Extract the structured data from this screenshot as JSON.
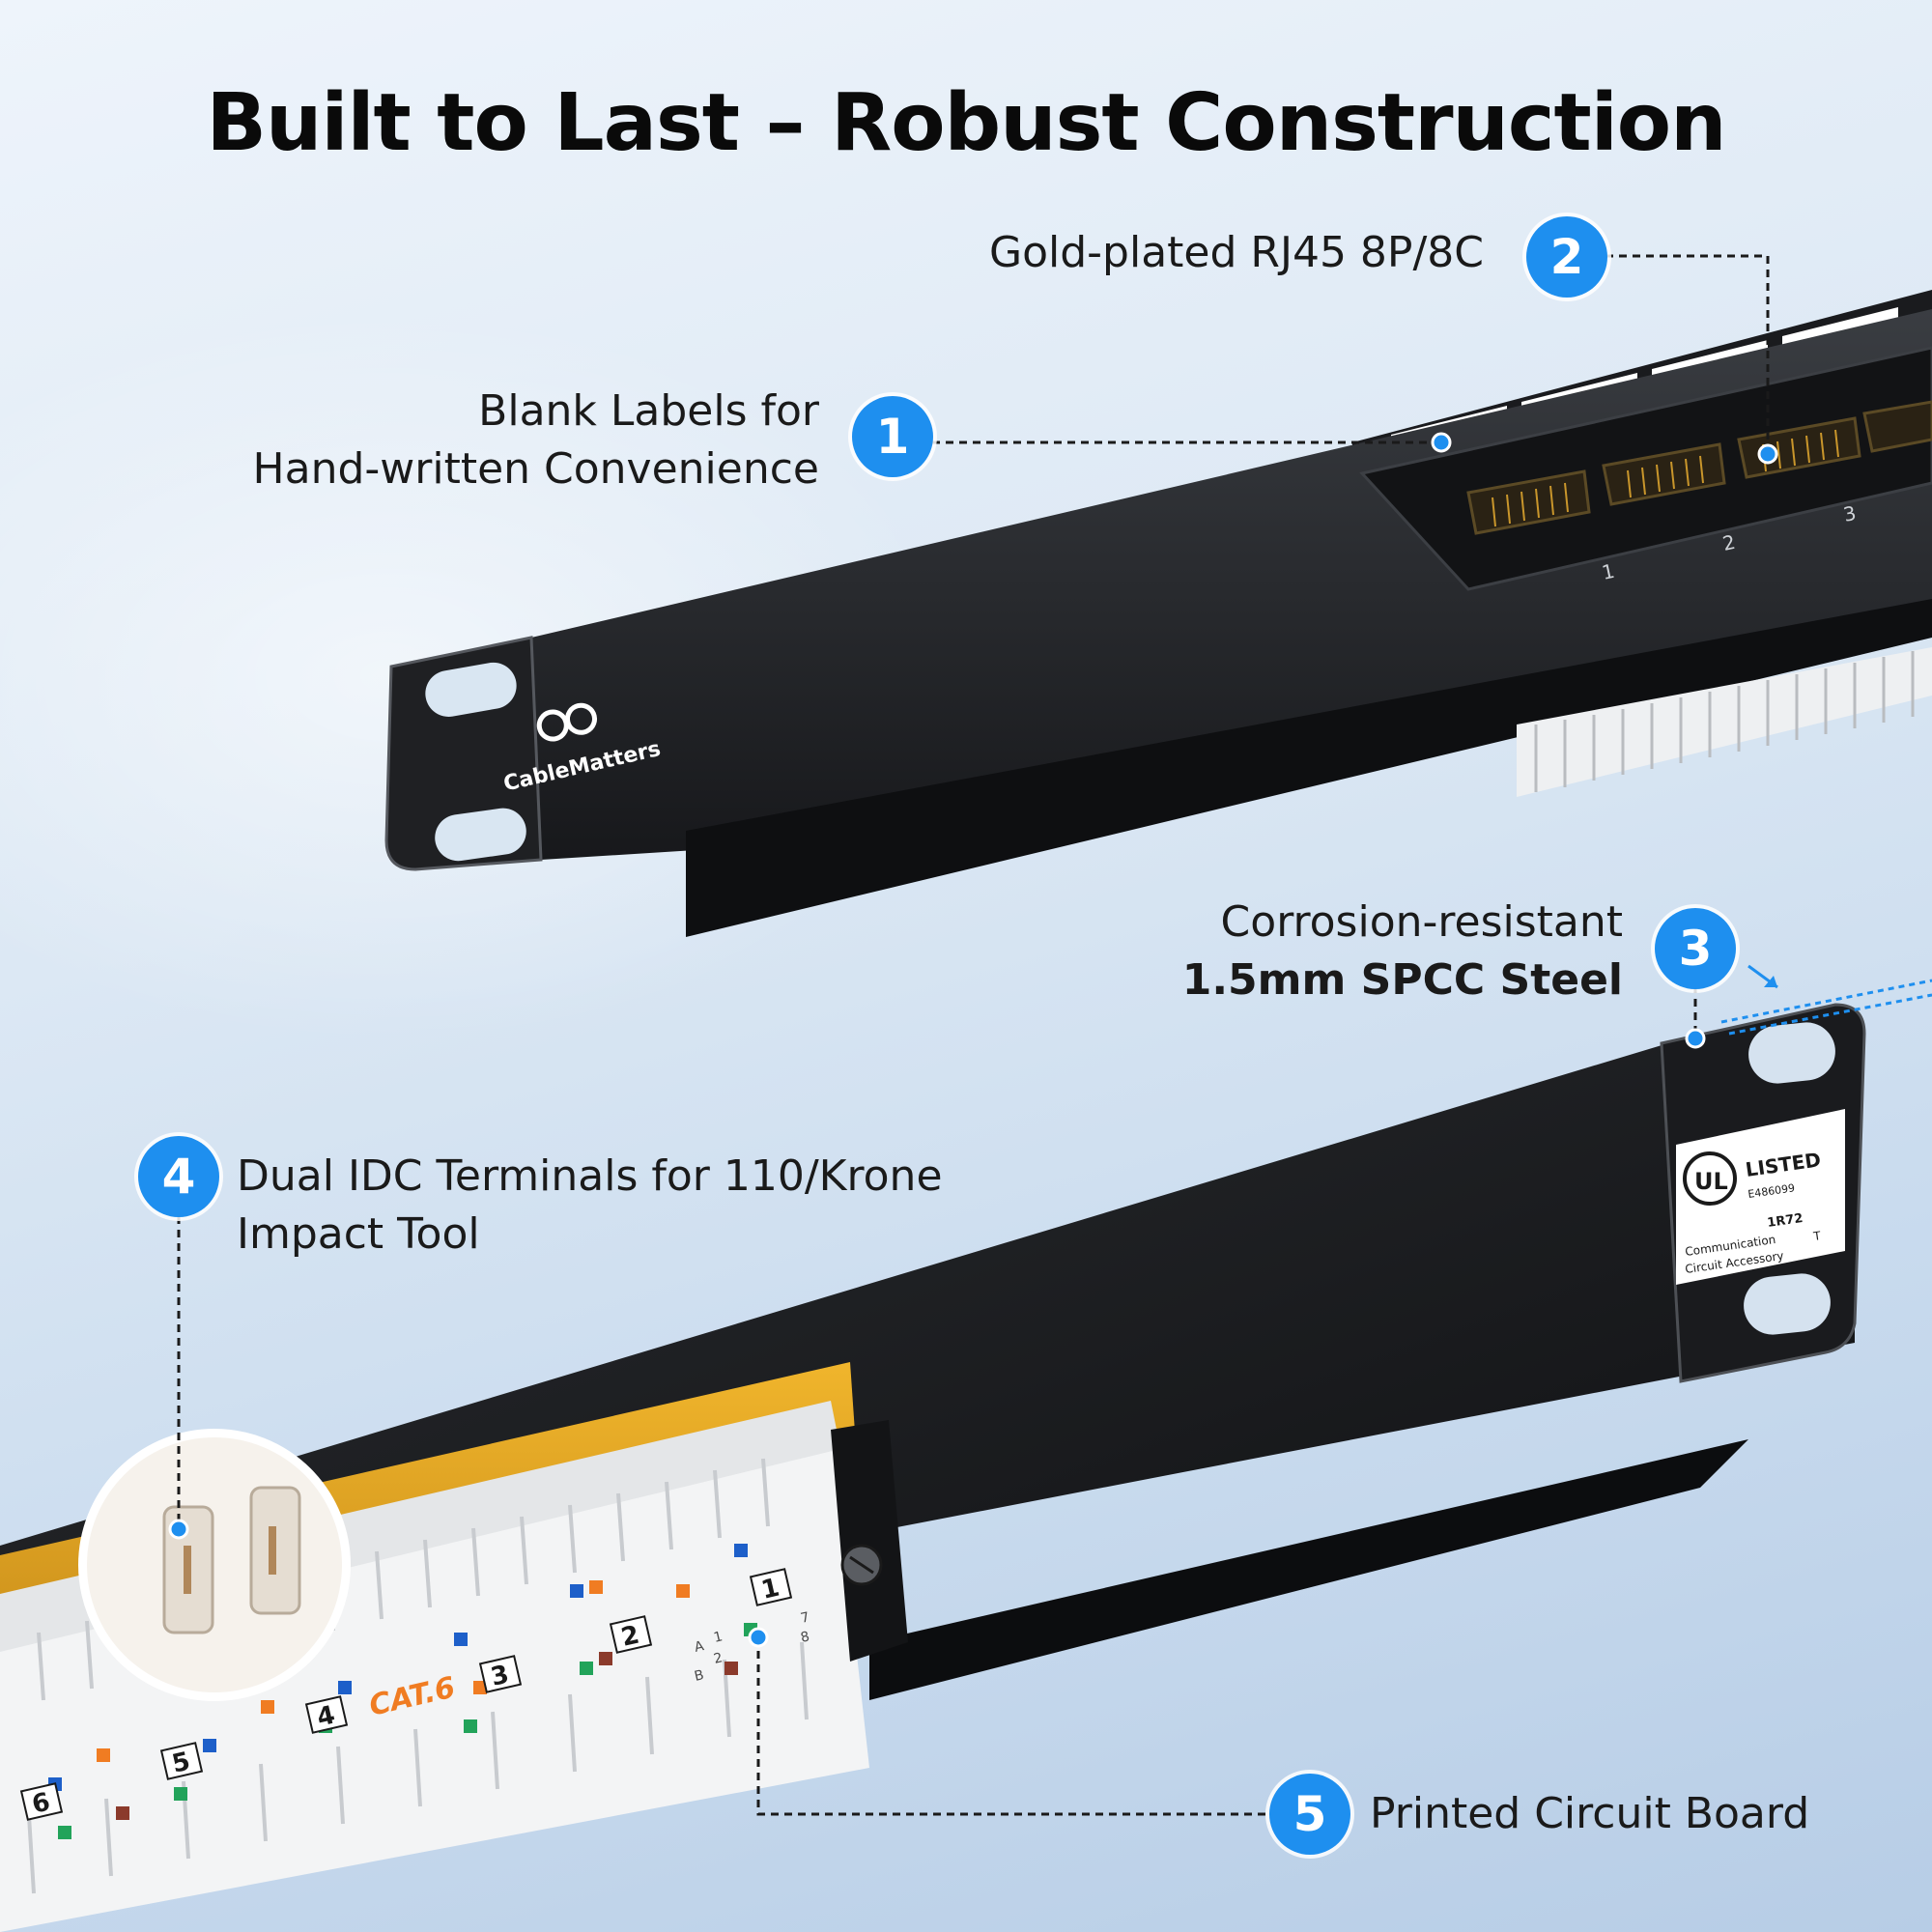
{
  "title": "Built to Last – Robust Construction",
  "colors": {
    "accent": "#1e8fef",
    "panel": "#1d1f22",
    "gold": "#e0a11b",
    "background": "#d6e4f2"
  },
  "callouts": [
    {
      "number": "1",
      "lines": [
        "Blank Labels for",
        "Hand-written Convenience"
      ]
    },
    {
      "number": "2",
      "lines": [
        "Gold-plated RJ45 8P/8C"
      ]
    },
    {
      "number": "3",
      "lines": [
        "Corrosion-resistant",
        "1.5mm SPCC Steel"
      ]
    },
    {
      "number": "4",
      "lines": [
        "Dual IDC Terminals for 110/Krone",
        "Impact Tool"
      ]
    },
    {
      "number": "5",
      "lines": [
        "Printed Circuit Board"
      ]
    }
  ],
  "product": {
    "brand": "CableMatters",
    "port_numbers": [
      "1",
      "2",
      "3"
    ],
    "terminal_block_numbers": [
      "1",
      "2",
      "3",
      "4",
      "5",
      "6"
    ],
    "category_marking": "CAT.6",
    "wiring_marks": [
      "A",
      "B"
    ],
    "pin_numbers": [
      "1",
      "2",
      "7",
      "8"
    ],
    "ul_label": {
      "mark": "UL",
      "listed": "LISTED",
      "file_number": "E486099",
      "code": "1R72",
      "line1": "Communication",
      "line2": "Circuit Accessory",
      "suffix": "T"
    }
  }
}
